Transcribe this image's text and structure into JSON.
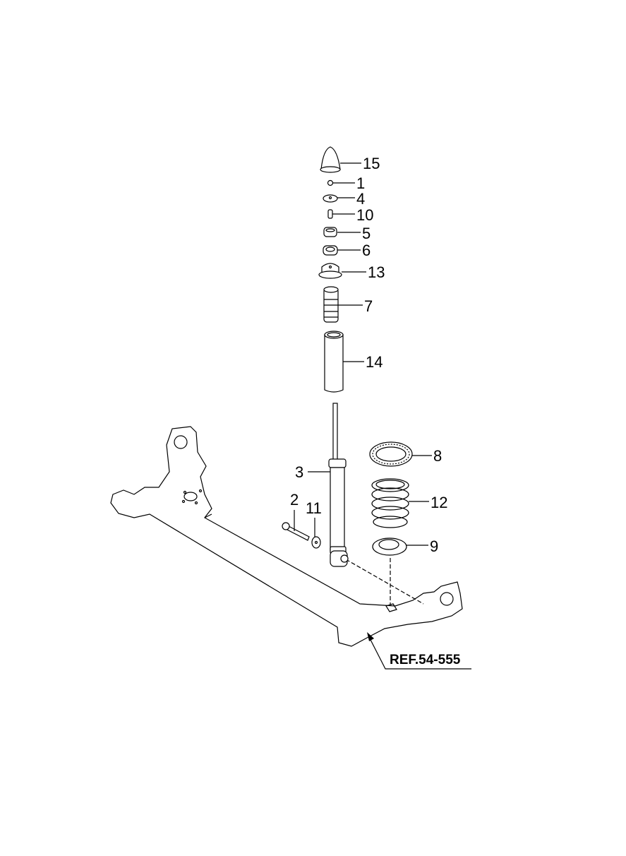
{
  "diagram": {
    "type": "exploded parts diagram",
    "parts": [
      {
        "id": "15",
        "label": "15"
      },
      {
        "id": "1",
        "label": "1"
      },
      {
        "id": "4",
        "label": "4"
      },
      {
        "id": "10",
        "label": "10"
      },
      {
        "id": "5",
        "label": "5"
      },
      {
        "id": "6",
        "label": "6"
      },
      {
        "id": "13",
        "label": "13"
      },
      {
        "id": "7",
        "label": "7"
      },
      {
        "id": "14",
        "label": "14"
      },
      {
        "id": "3",
        "label": "3"
      },
      {
        "id": "2",
        "label": "2"
      },
      {
        "id": "11",
        "label": "11"
      },
      {
        "id": "8",
        "label": "8"
      },
      {
        "id": "12",
        "label": "12"
      },
      {
        "id": "9",
        "label": "9"
      }
    ],
    "reference": "REF.54-555",
    "colors": {
      "line": "#000000",
      "background": "#ffffff"
    }
  }
}
